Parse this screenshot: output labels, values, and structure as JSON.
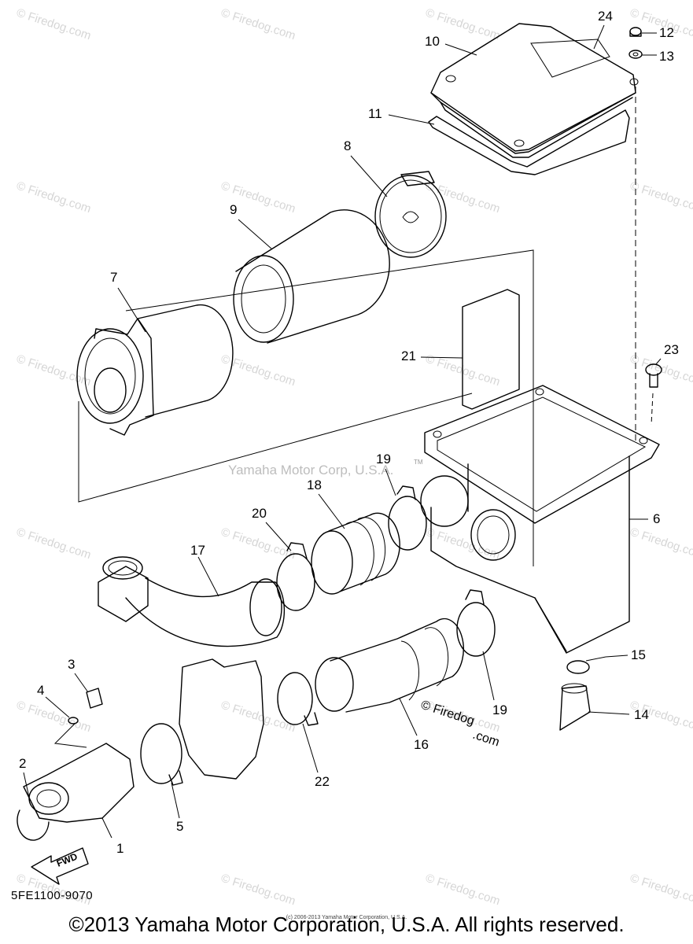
{
  "diagram": {
    "callouts": [
      {
        "id": "p1",
        "label": "1"
      },
      {
        "id": "p2",
        "label": "2"
      },
      {
        "id": "p3",
        "label": "3"
      },
      {
        "id": "p4",
        "label": "4"
      },
      {
        "id": "p5",
        "label": "5"
      },
      {
        "id": "p6",
        "label": "6"
      },
      {
        "id": "p7",
        "label": "7"
      },
      {
        "id": "p8",
        "label": "8"
      },
      {
        "id": "p9",
        "label": "9"
      },
      {
        "id": "p10",
        "label": "10"
      },
      {
        "id": "p11",
        "label": "11"
      },
      {
        "id": "p12",
        "label": "12"
      },
      {
        "id": "p13",
        "label": "13"
      },
      {
        "id": "p14",
        "label": "14"
      },
      {
        "id": "p15",
        "label": "15"
      },
      {
        "id": "p16",
        "label": "16"
      },
      {
        "id": "p17",
        "label": "17"
      },
      {
        "id": "p18",
        "label": "18"
      },
      {
        "id": "p19a",
        "label": "19"
      },
      {
        "id": "p19b",
        "label": "19"
      },
      {
        "id": "p20",
        "label": "20"
      },
      {
        "id": "p21",
        "label": "21"
      },
      {
        "id": "p22",
        "label": "22"
      },
      {
        "id": "p23",
        "label": "23"
      },
      {
        "id": "p24",
        "label": "24"
      }
    ],
    "fwd_label": "FWD",
    "diagram_code": "5FE1100-9070",
    "center_watermark": "Yamaha Motor Corp, U.S.A.",
    "firedog_stamp": "© Firedog.com",
    "firedog_stamp_line1": "© Firedog",
    "firedog_stamp_line2": ".com",
    "tm_mark": "TM"
  },
  "footer": {
    "copyright": "©2013 Yamaha Motor Corporation, U.S.A. All rights reserved.",
    "micro_text": "(c) 2006-2013 Yamaha Motor Corporation, U.S.A."
  }
}
